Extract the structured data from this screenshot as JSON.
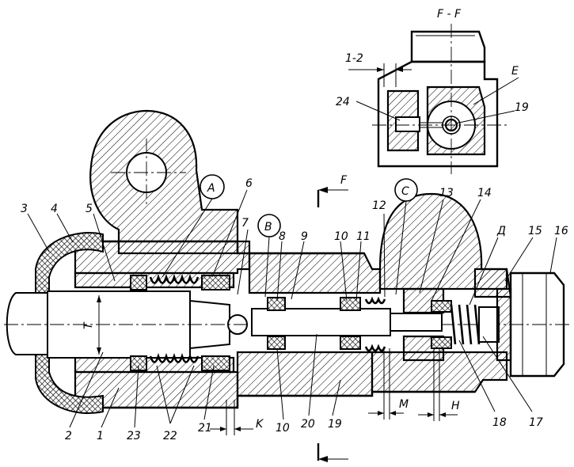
{
  "section_title": "F - F",
  "callouts": {
    "c1": "1",
    "c2": "2",
    "c3": "3",
    "c4": "4",
    "c5": "5",
    "c6": "6",
    "c7": "7",
    "c8": "8",
    "c9": "9",
    "c10a": "10",
    "c10b": "10",
    "c11": "11",
    "c12": "12",
    "c13": "13",
    "c14": "14",
    "c15": "15",
    "c16": "16",
    "c17": "17",
    "c18": "18",
    "c19a": "19",
    "c19b": "19",
    "c20": "20",
    "c21": "21",
    "c22": "22",
    "c23": "23",
    "c24": "24"
  },
  "circled": {
    "A": "A",
    "B": "B",
    "C": "C"
  },
  "letters": {
    "E": "E",
    "D": "Д",
    "T": "T",
    "K": "K",
    "M": "M",
    "H": "H",
    "F": "F",
    "dim12": "1-2"
  }
}
